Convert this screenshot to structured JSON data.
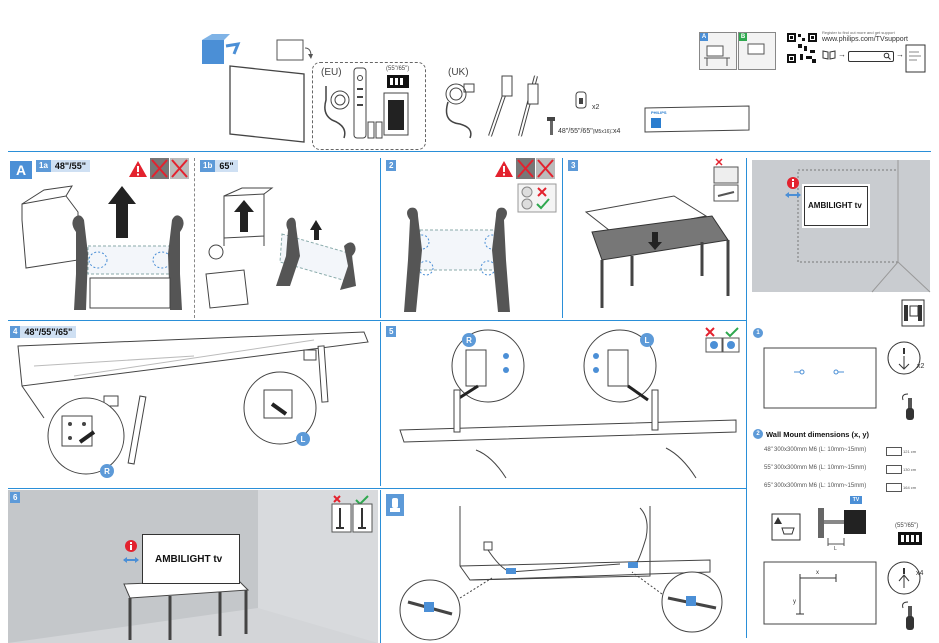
{
  "header": {
    "eu_label": "(EU)",
    "uk_label": "(UK)",
    "battery_sizes": "(55\"/65\")",
    "screw_note": "48\"/55\"/65\"",
    "screw_spec": "(M5x16)",
    "screw_qty": ":x4",
    "clip_qty": "x2",
    "box_a": "A",
    "box_b": "B",
    "support_line1": "Register to find out more and get support",
    "support_url": "www.philips.com/TVsupport",
    "brand": "PHILIPS"
  },
  "sections": {
    "a_letter": "A",
    "b_letter": "B",
    "step_1a_num": "1a",
    "step_1a_label": "48\"/55\"",
    "step_1b_num": "1b",
    "step_1b_label": "65\"",
    "step_2_num": "2",
    "step_3_num": "3",
    "step_4_num": "4",
    "step_4_label": "48\"/55\"/65\"",
    "step_5_num": "5",
    "step_6_num": "6"
  },
  "labels": {
    "ambilight_b": "AMBILIGHT tv",
    "ambilight_6": "AMBILIGHT tv",
    "r_label": "R",
    "l_label": "L",
    "x2": "x2",
    "x4": "x4",
    "b1_num": "1",
    "b2_num": "2",
    "wall_mount_title": "Wall Mount dimensions (x, y)",
    "tv_tag": "TV",
    "battery_sizes_b": "(55\"/65\")",
    "x_axis": "x",
    "y_axis": "y",
    "l_axis": "L"
  },
  "wall_mount_rows": [
    {
      "size": "48\"",
      "spec": "300x300mm M6 (L: 10mm~15mm)",
      "dist": "121 cm"
    },
    {
      "size": "55\"",
      "spec": "300x300mm M6 (L: 10mm~15mm)",
      "dist": "130 cm"
    },
    {
      "size": "65\"",
      "spec": "300x300mm M6 (L: 10mm~15mm)",
      "dist": "164 cm"
    }
  ],
  "colors": {
    "accent": "#4b8fd6",
    "light_accent": "#cfe0f3",
    "warning": "#e3222e",
    "ok": "#2fa84f",
    "figure": "#555555"
  }
}
